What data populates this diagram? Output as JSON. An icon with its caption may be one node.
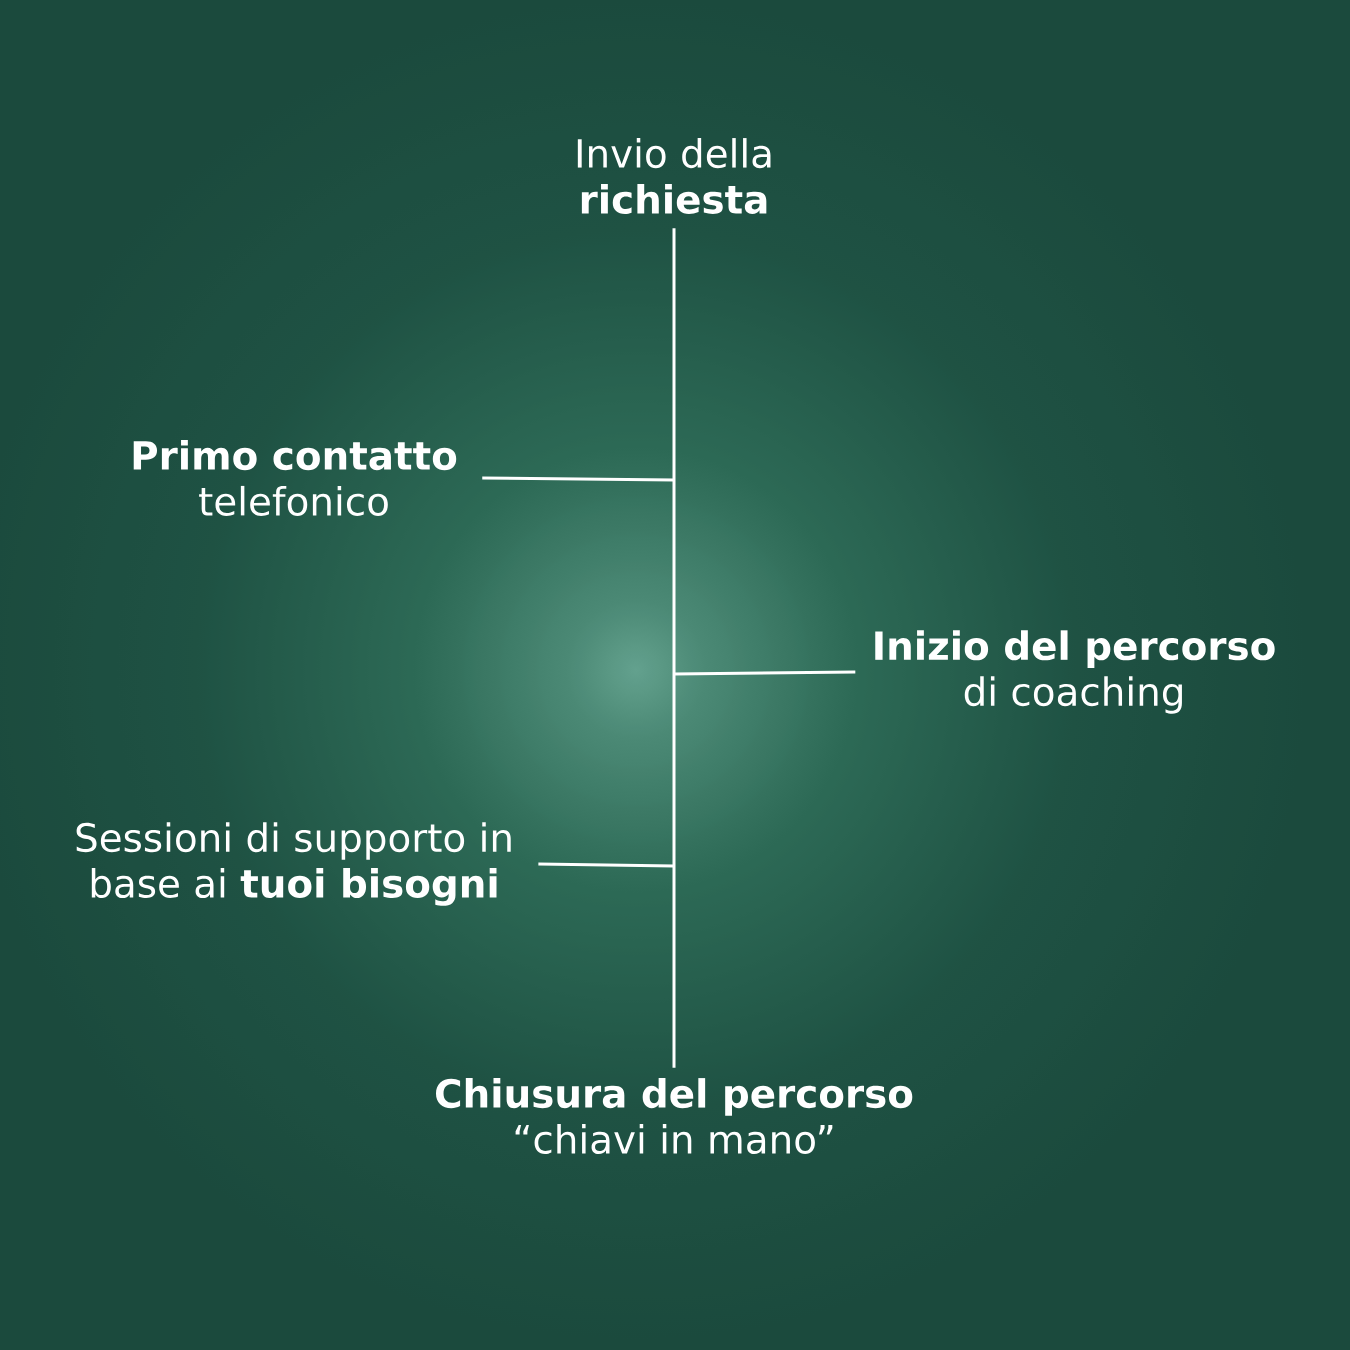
{
  "diagram": {
    "nodes": [
      {
        "text": [
          "Invio della **richiesta**"
        ]
      },
      {
        "text": [
          "**Primo contatto** telefonico"
        ]
      },
      {
        "text": [
          "**Inizio del percorso** di coaching"
        ]
      },
      {
        "text": [
          "Sessioni di supporto in base ai **tuoi bisogni**"
        ]
      },
      {
        "text": [
          "**Chiusura del percorso** “chiavi in mano”"
        ]
      }
    ],
    "edges": [
      {
        "from": 0,
        "to": 4,
        "arrow": "none"
      },
      {
        "from": 1,
        "to": null,
        "arrow": "none"
      },
      {
        "from": 2,
        "to": null,
        "arrow": "none"
      },
      {
        "from": 3,
        "to": null,
        "arrow": "none"
      }
    ]
  }
}
